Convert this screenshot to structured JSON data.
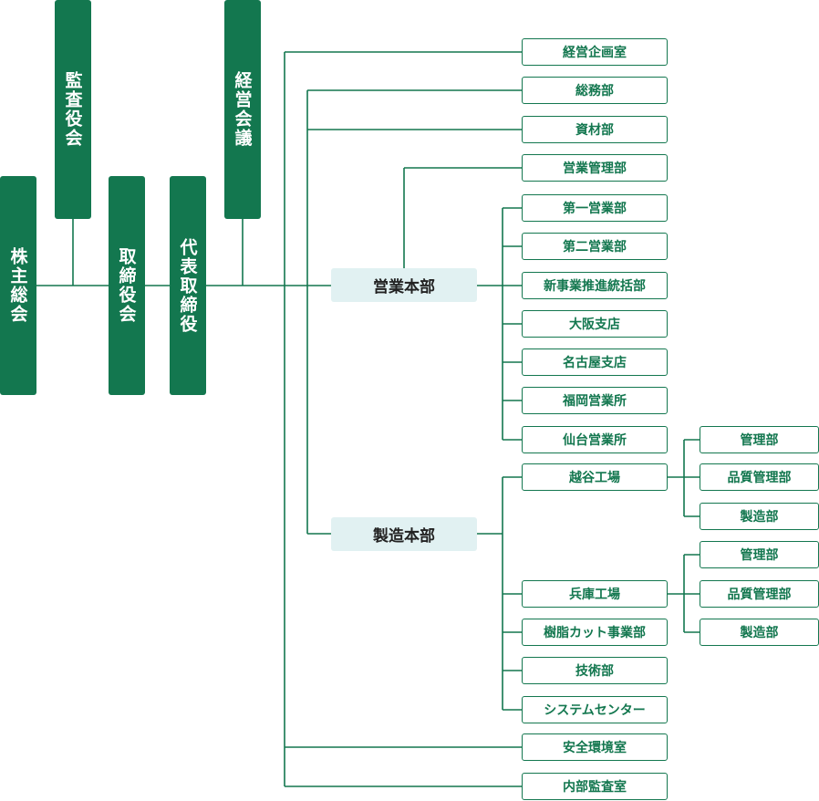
{
  "top_bodies": {
    "shareholders": "株主総会",
    "auditor": "監査役会",
    "board": "取締役会",
    "president": "代表取締役",
    "management_meeting": "経営会議"
  },
  "headquarters": {
    "sales": "営業本部",
    "manufacturing": "製造本部"
  },
  "departments": {
    "planning": "経営企画室",
    "general_affairs": "総務部",
    "materials": "資材部",
    "sales_management": "営業管理部",
    "sales1": "第一営業部",
    "sales2": "第二営業部",
    "new_business": "新事業推進統括部",
    "osaka": "大阪支店",
    "nagoya": "名古屋支店",
    "fukuoka": "福岡営業所",
    "sendai": "仙台営業所",
    "koshigaya": "越谷工場",
    "hyogo": "兵庫工場",
    "resin_cut": "樹脂カット事業部",
    "technology": "技術部",
    "system_center": "システムセンター",
    "safety_env": "安全環境室",
    "internal_audit": "内部監査室"
  },
  "plant_units": {
    "koshigaya": [
      "管理部",
      "品質管理部",
      "製造部"
    ],
    "hyogo": [
      "管理部",
      "品質管理部",
      "製造部"
    ]
  },
  "colors": {
    "line": "#13774f",
    "box": "#13774f",
    "hq_fill": "#e1f1f2"
  }
}
